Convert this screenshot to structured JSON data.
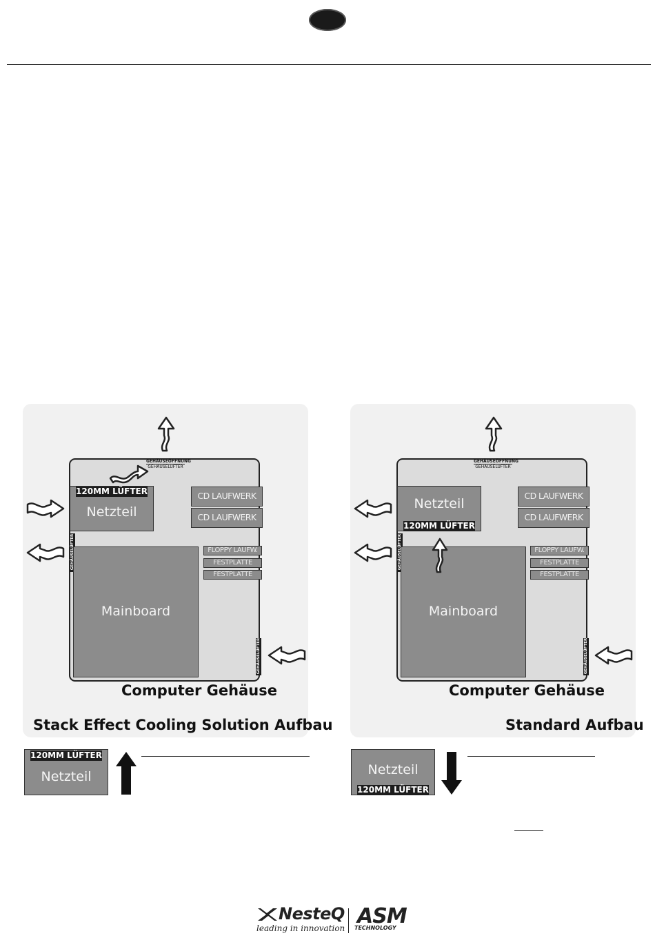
{
  "labels": {
    "case_title": "Computer Gehäuse",
    "psu": "Netzteil",
    "fan_120": "120MM LÜFTER",
    "cd_drive": "CD LAUFWERK",
    "floppy": "FLOPPY LAUFW.",
    "hdd": "FESTPLATTE",
    "mainboard": "Mainboard",
    "vent_opening": "GEHÄUSEÖFFNUNG",
    "case_fan": "GEHÄUSELÜFTER"
  },
  "left_panel": {
    "title": "Stack Effect Cooling Solution Aufbau"
  },
  "right_panel": {
    "title": "Standard Aufbau"
  },
  "logos": {
    "nesteq": "NesteQ",
    "tagline": "leading in innovation",
    "asm": "ASM",
    "asm_sub": "TECHNOLOGY"
  },
  "icons": [
    "airflow-arrow-icon",
    "up-arrow-icon",
    "down-arrow-icon",
    "nesteq-logo",
    "asm-logo"
  ]
}
